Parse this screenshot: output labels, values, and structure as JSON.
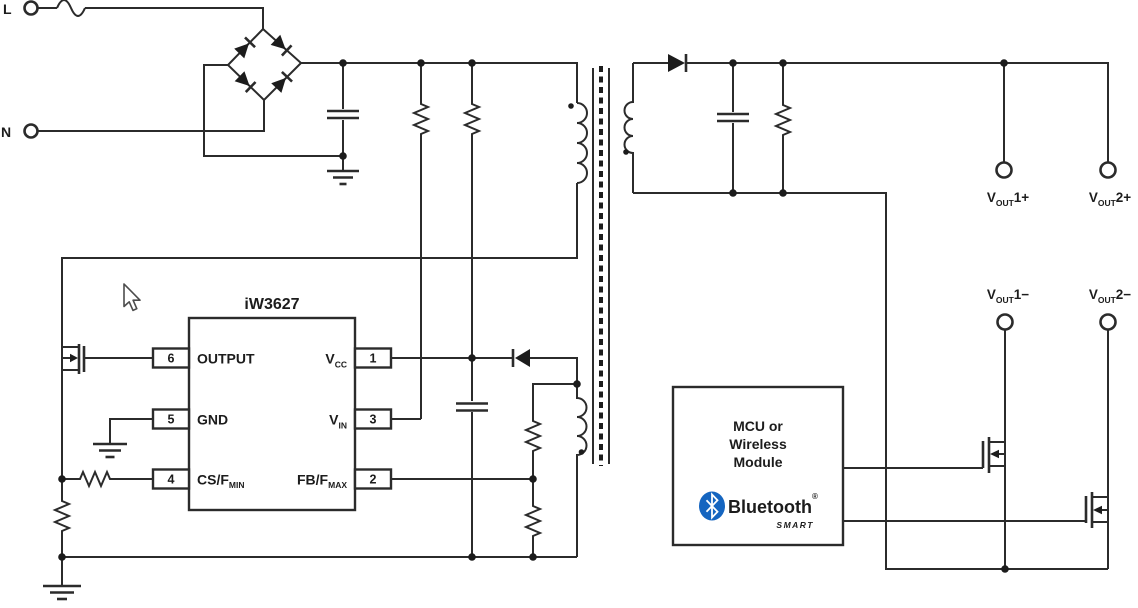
{
  "terminals": {
    "live": "L",
    "neutral": "N"
  },
  "ic": {
    "title": "iW3627",
    "pins": [
      {
        "number": "6",
        "label": "OUTPUT",
        "sub": ""
      },
      {
        "number": "5",
        "label": "GND",
        "sub": ""
      },
      {
        "number": "4",
        "label": "CS/F",
        "sub": "MIN"
      },
      {
        "number": "1",
        "label": "V",
        "sub": "CC"
      },
      {
        "number": "3",
        "label": "V",
        "sub": "IN"
      },
      {
        "number": "2",
        "label": "FB/F",
        "sub": "MAX"
      }
    ]
  },
  "outputs": [
    {
      "base": "V",
      "sub": "OUT",
      "suffix": "1+"
    },
    {
      "base": "V",
      "sub": "OUT",
      "suffix": "2+"
    },
    {
      "base": "V",
      "sub": "OUT",
      "suffix": "1−"
    },
    {
      "base": "V",
      "sub": "OUT",
      "suffix": "2−"
    }
  ],
  "module": {
    "lines": [
      "MCU or",
      "Wireless",
      "Module"
    ],
    "brand": "Bluetooth",
    "brand_mark": "®",
    "brand_sub": "SMART"
  },
  "colors": {
    "line": "#2b2b2b",
    "bluetooth_blue": "#1565c0",
    "smart_blue": "#2f7ac2",
    "background": "#ffffff"
  }
}
